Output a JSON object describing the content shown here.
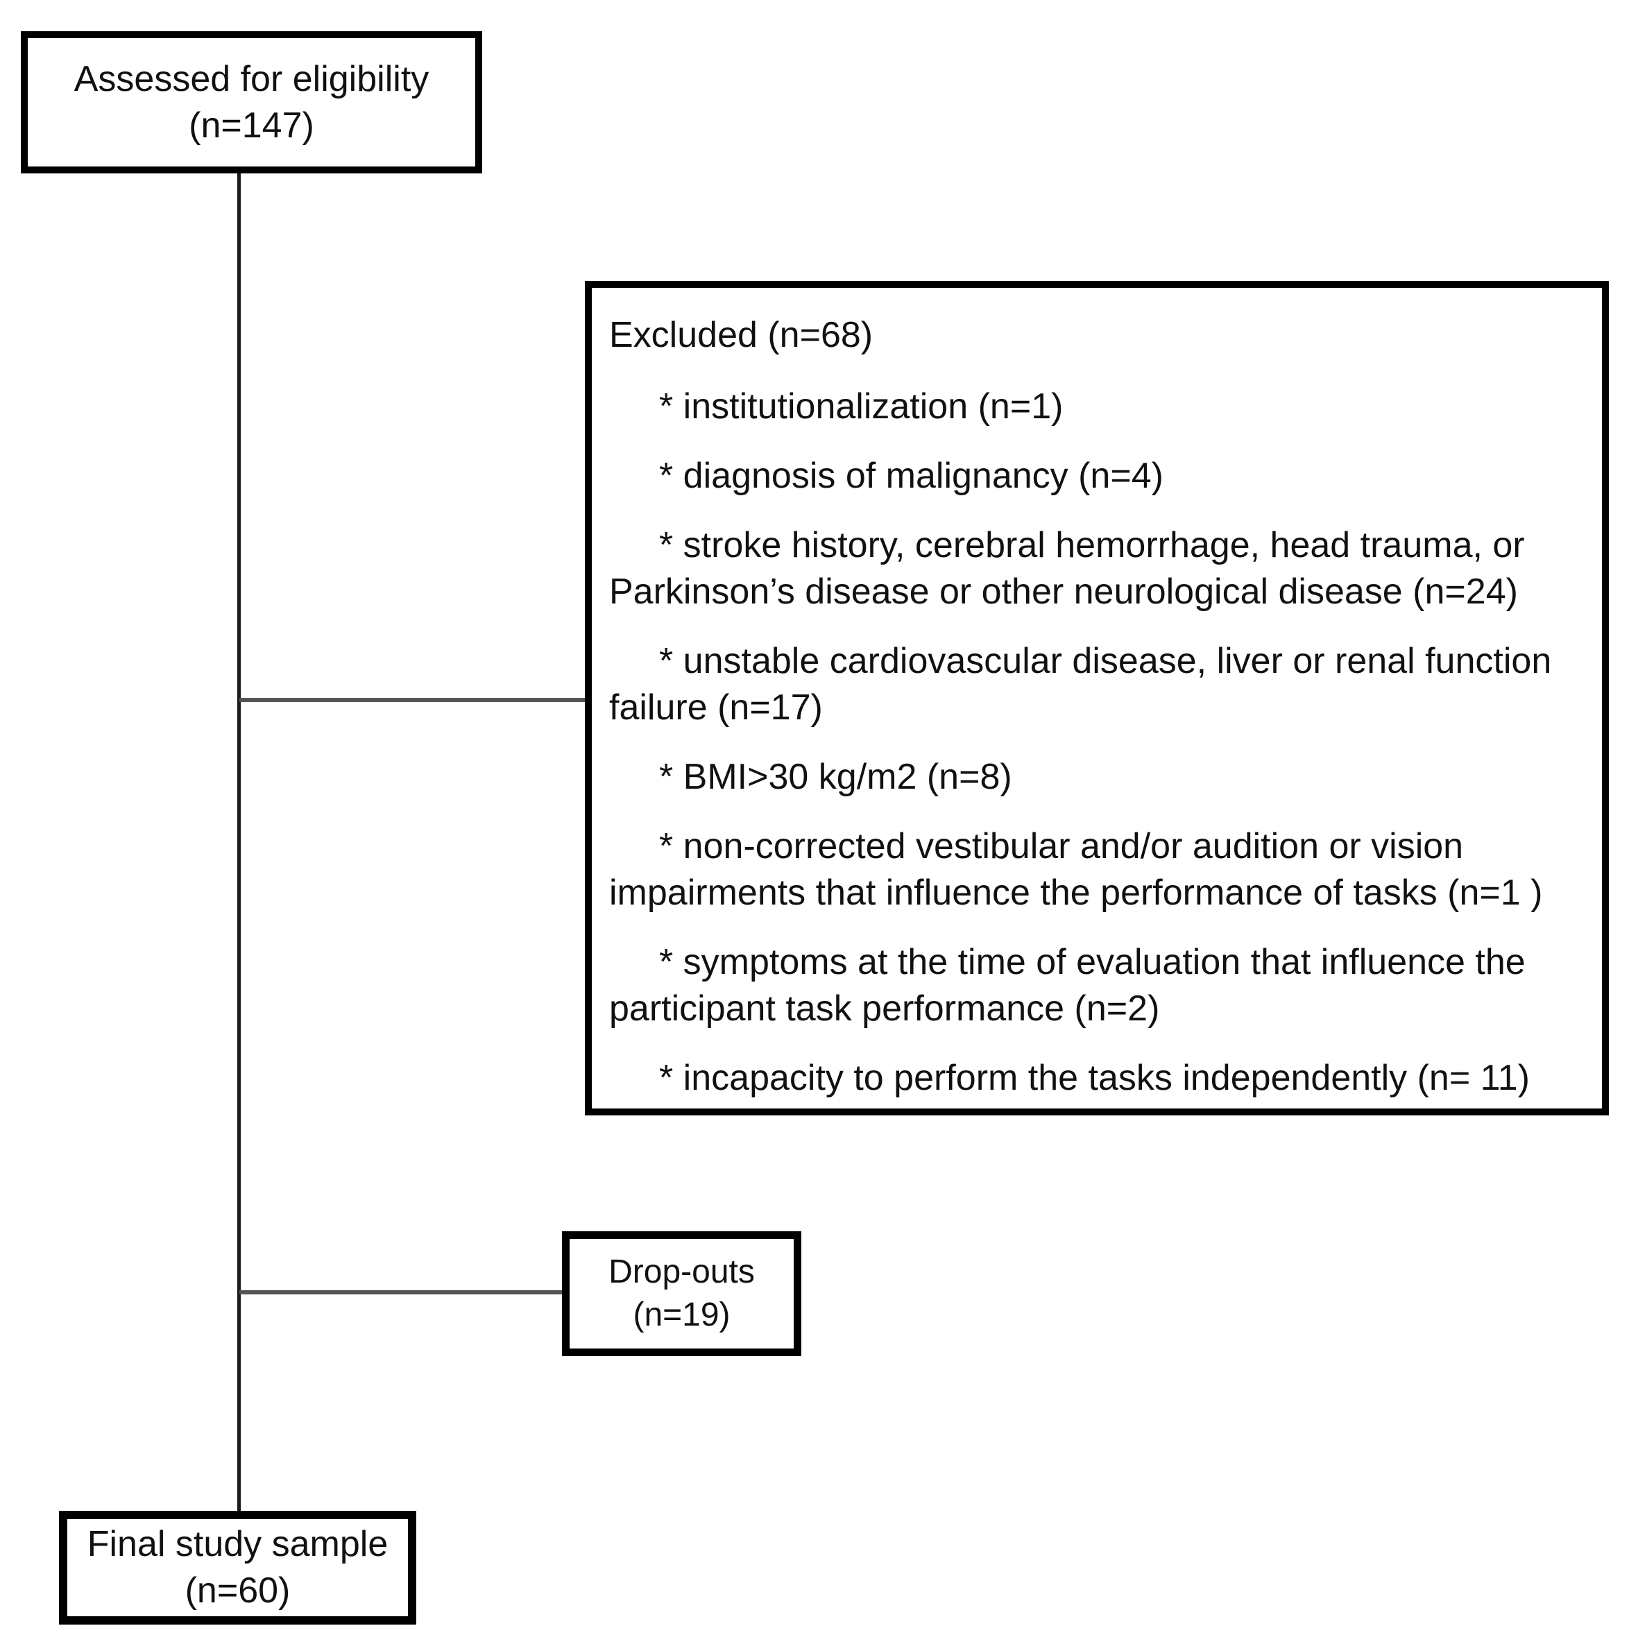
{
  "flowchart": {
    "assessed_box": {
      "line1": "Assessed for eligibility",
      "line2": "(n=147)"
    },
    "excluded_box": {
      "title": "Excluded (n=68)",
      "items": [
        "* institutionalization (n=1)",
        "* diagnosis of malignancy (n=4)",
        "* stroke history, cerebral hemorrhage, head trauma, or Parkinson’s disease or other neurological disease (n=24)",
        "* unstable cardiovascular disease, liver or renal function failure (n=17)",
        "* BMI>30 kg/m2 (n=8)",
        "* non-corrected vestibular and/or audition or vision impairments that influence the performance of tasks (n=1 )",
        "* symptoms at the time of evaluation that influence the participant task performance (n=2)",
        "* incapacity to perform the tasks independently (n= 11)"
      ]
    },
    "dropouts_box": {
      "line1": "Drop-outs",
      "line2": "(n=19)"
    },
    "final_box": {
      "line1": "Final study sample",
      "line2": "(n=60)"
    },
    "colors": {
      "box_border": "#000000",
      "vertical_line": "#1a1a1a",
      "connector_line": "#545454",
      "background": "#ffffff",
      "text": "#111111"
    }
  }
}
